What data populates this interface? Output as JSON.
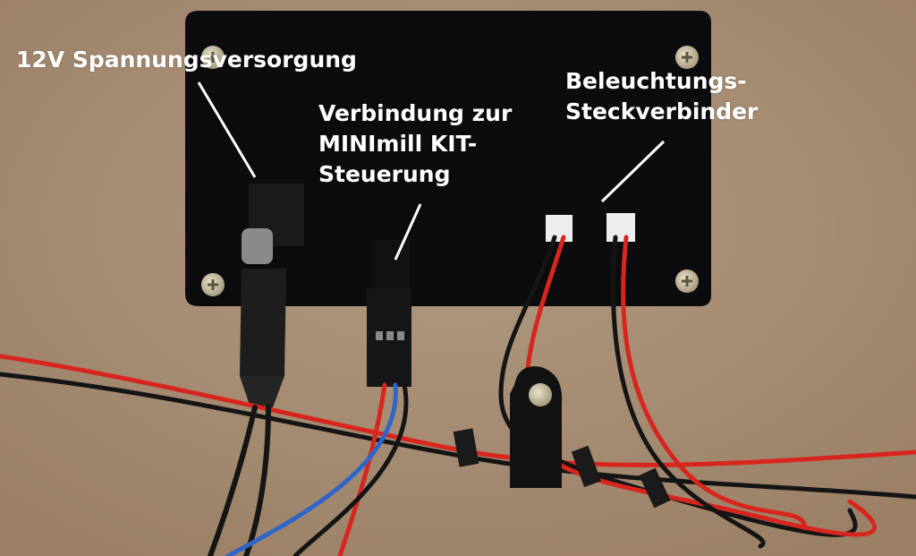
{
  "annotations": {
    "power": "12V Spannungsversorgung",
    "control_line1": "Verbindung zur",
    "control_line2": "MINImill KIT-",
    "control_line3": "Steuerung",
    "lighting_line1": "Beleuchtungs-",
    "lighting_line2": "Steckverbinder"
  },
  "colors": {
    "background": "#a48a70",
    "plate": "#0c0c0e",
    "wire_red": "#d8261f",
    "wire_black": "#151515",
    "wire_blue": "#2f66c8"
  }
}
